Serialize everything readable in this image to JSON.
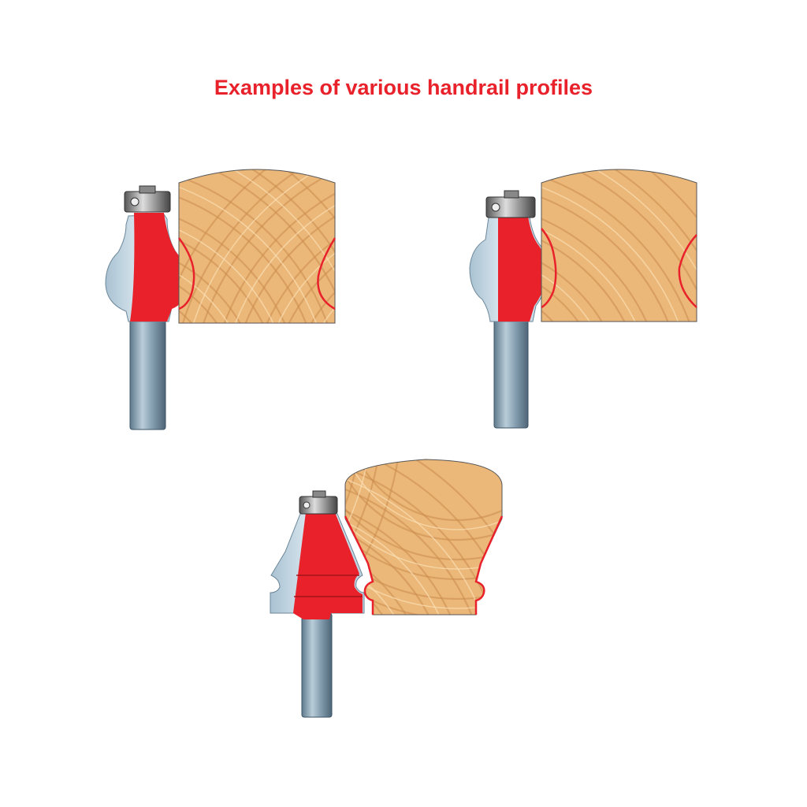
{
  "title": "Examples of various handrail profiles",
  "colors": {
    "accent_red": "#e8212b",
    "wood": "#ebb879",
    "wood_ring": "#c98a4c",
    "steel": "#c9dde9",
    "shank": "#7f9aad"
  },
  "figures": [
    {
      "name": "handrail-profile-1"
    },
    {
      "name": "handrail-profile-2"
    },
    {
      "name": "handrail-profile-3"
    }
  ]
}
